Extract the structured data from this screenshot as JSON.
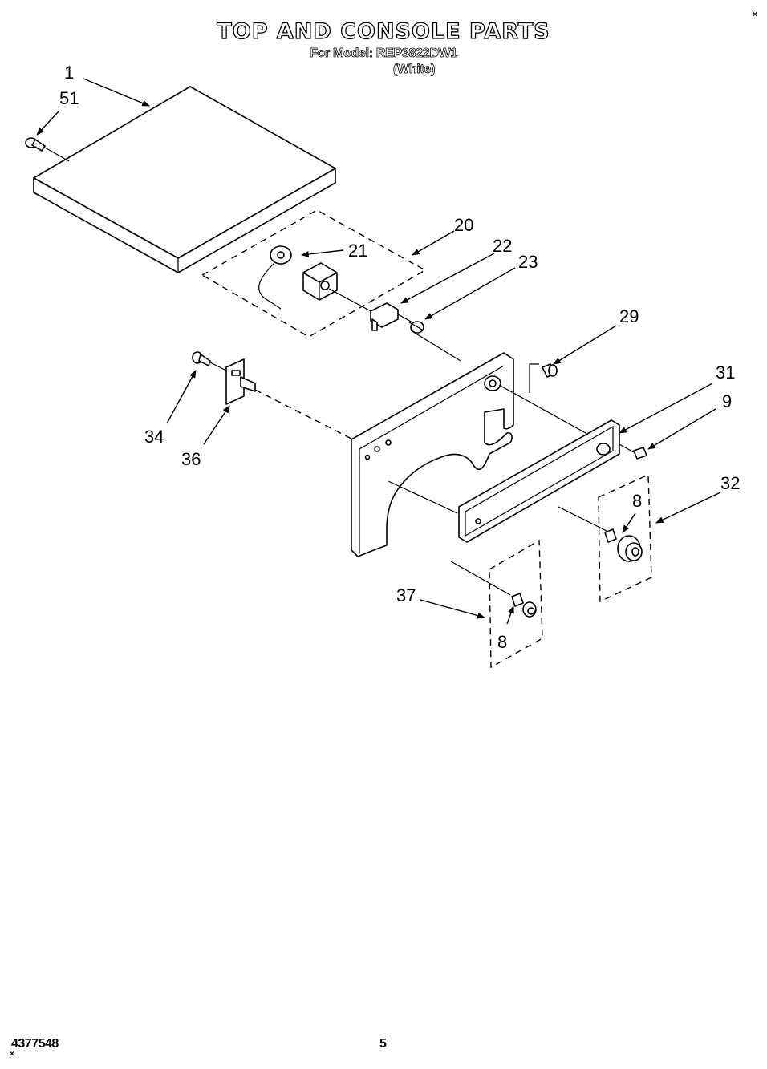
{
  "header": {
    "title": "TOP AND CONSOLE PARTS",
    "model_line": "For Model: REP3822DW1",
    "variant": "(White)"
  },
  "corner_marks": {
    "top_right": "×",
    "bottom_left": "×"
  },
  "footer": {
    "doc_number": "4377548",
    "page_number": "5"
  },
  "callouts": [
    {
      "id": "c1",
      "label": "1"
    },
    {
      "id": "c51",
      "label": "51"
    },
    {
      "id": "c20",
      "label": "20"
    },
    {
      "id": "c21",
      "label": "21"
    },
    {
      "id": "c22",
      "label": "22"
    },
    {
      "id": "c23",
      "label": "23"
    },
    {
      "id": "c29",
      "label": "29"
    },
    {
      "id": "c31",
      "label": "31"
    },
    {
      "id": "c9",
      "label": "9"
    },
    {
      "id": "c34",
      "label": "34"
    },
    {
      "id": "c36",
      "label": "36"
    },
    {
      "id": "c32",
      "label": "32"
    },
    {
      "id": "c8a",
      "label": "8"
    },
    {
      "id": "c37",
      "label": "37"
    },
    {
      "id": "c8b",
      "label": "8"
    }
  ]
}
